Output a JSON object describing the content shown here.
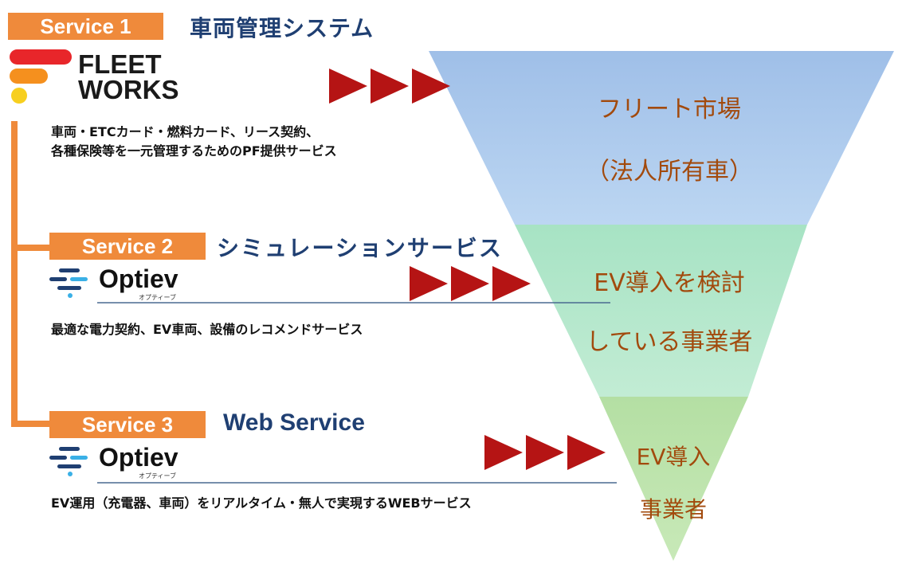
{
  "service1": {
    "badge": "Service 1",
    "heading": "車両管理システム",
    "logo_line1": "FLEET",
    "logo_line2": "WORKS",
    "desc_line1": "車両・ETCカード・燃料カード、リース契約、",
    "desc_line2": "各種保険等を一元管理するためのPF提供サービス"
  },
  "service2": {
    "badge": "Service 2",
    "heading": "シミュレーションサービス",
    "logo_name": "Optiev",
    "logo_sub": "オプティーブ",
    "desc": "最適な電力契約、EV車両、設備のレコメンドサービス"
  },
  "service3": {
    "badge": "Service 3",
    "heading": "Web Service",
    "logo_name": "Optiev",
    "logo_sub": "オプティーブ",
    "desc": "EV運用（充電器、車両）をリアルタイム・無人で実現するWEBサービス"
  },
  "funnel": {
    "tier1_line1": "フリート市場",
    "tier1_line2": "（法人所有車）",
    "tier2_line1": "EV導入を検討",
    "tier2_line2": "している事業者",
    "tier3_line1": "EV導入",
    "tier3_line2": "事業者"
  },
  "colors": {
    "badge": "#ef8a3b",
    "heading": "#1f3f72",
    "arrow": "#b51414",
    "funnel_tier1": "#a9c8ec",
    "funnel_tier2": "#b3e6c6",
    "funnel_tier3": "#b9e0a9",
    "funnel_text": "#a24a0d"
  }
}
